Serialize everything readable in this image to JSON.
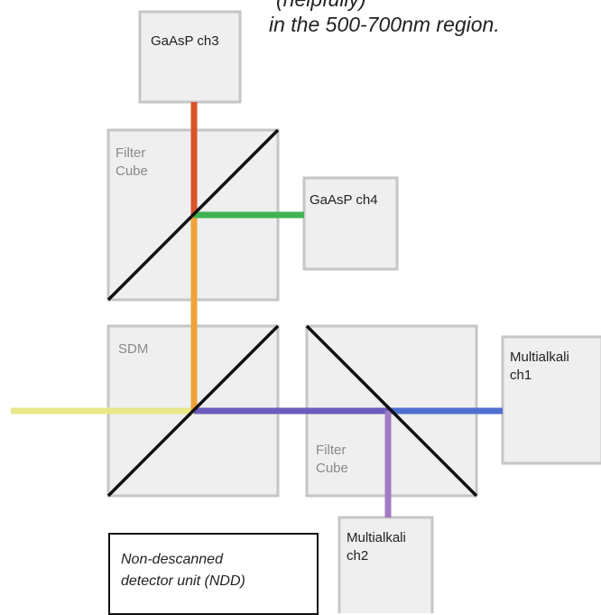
{
  "caption": {
    "line1": "                    (helpfully)",
    "line2": "in the 500-700nm region."
  },
  "detectors": {
    "ch3": "GaAsP ch3",
    "ch4": "GaAsP ch4",
    "ch1": "Multialkali\nch1",
    "ch2": "Multialkali\nch2"
  },
  "components": {
    "filter_cube_top": "Filter\nCube",
    "sdm": "SDM",
    "filter_cube_right": "Filter\nCube"
  },
  "ndd_label": "Non-descanned\ndetector unit (NDD)",
  "beam_colors": {
    "input": "#e9e98c",
    "ch3": "#d9532b",
    "orange": "#eea23a",
    "ch4": "#3fb24f",
    "violet": "#6a5bbd",
    "ch1": "#4f6fd0",
    "ch2": "#a07bc2"
  }
}
